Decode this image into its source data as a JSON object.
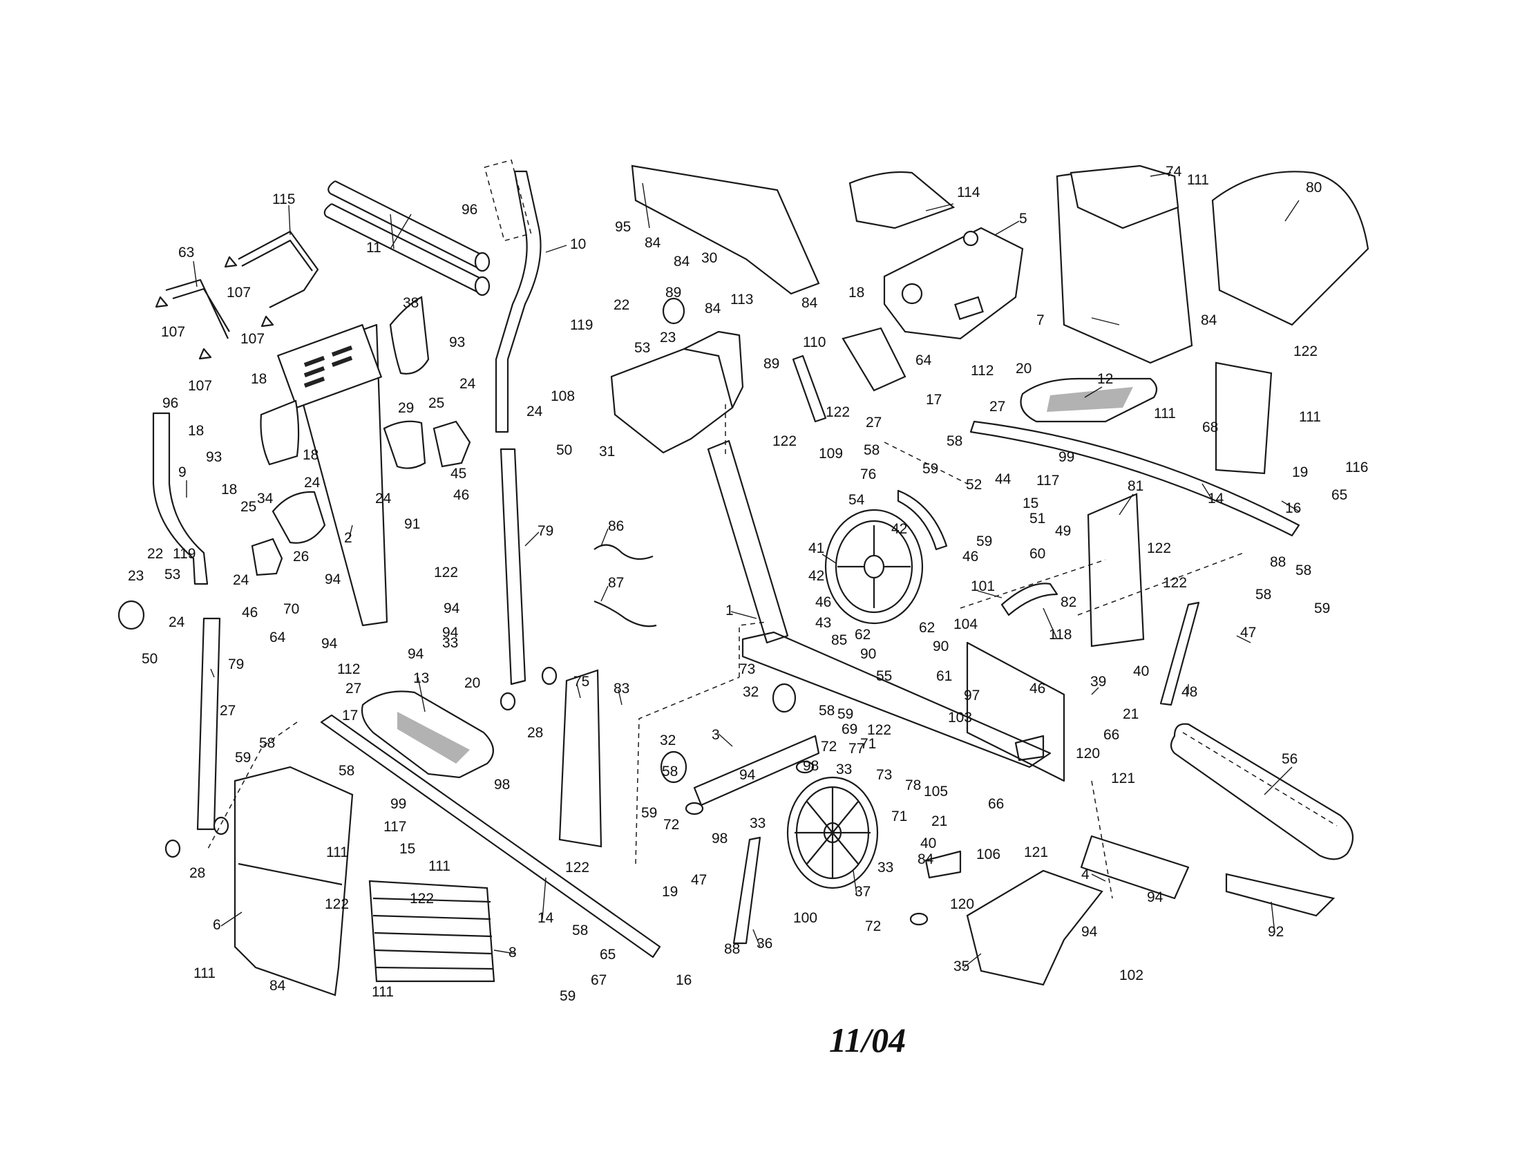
{
  "diagram": {
    "date_code": "11/04",
    "callouts": [
      {
        "id": "c1",
        "label": "1"
      },
      {
        "id": "c2",
        "label": "2"
      },
      {
        "id": "c3",
        "label": "3"
      },
      {
        "id": "c4",
        "label": "4"
      },
      {
        "id": "c5",
        "label": "5"
      },
      {
        "id": "c6",
        "label": "6"
      },
      {
        "id": "c7",
        "label": "7"
      },
      {
        "id": "c8",
        "label": "8"
      },
      {
        "id": "c9",
        "label": "9"
      },
      {
        "id": "c10",
        "label": "10"
      },
      {
        "id": "c11",
        "label": "11"
      },
      {
        "id": "c12",
        "label": "12"
      },
      {
        "id": "c13",
        "label": "13"
      },
      {
        "id": "c14a",
        "label": "14"
      },
      {
        "id": "c14b",
        "label": "14"
      },
      {
        "id": "c15a",
        "label": "15"
      },
      {
        "id": "c15b",
        "label": "15"
      },
      {
        "id": "c16a",
        "label": "16"
      },
      {
        "id": "c16b",
        "label": "16"
      },
      {
        "id": "c17a",
        "label": "17"
      },
      {
        "id": "c17b",
        "label": "17"
      },
      {
        "id": "c18a",
        "label": "18"
      },
      {
        "id": "c18b",
        "label": "18"
      },
      {
        "id": "c18c",
        "label": "18"
      },
      {
        "id": "c18d",
        "label": "18"
      },
      {
        "id": "c18e",
        "label": "18"
      },
      {
        "id": "c19a",
        "label": "19"
      },
      {
        "id": "c19b",
        "label": "19"
      },
      {
        "id": "c20a",
        "label": "20"
      },
      {
        "id": "c20b",
        "label": "20"
      },
      {
        "id": "c21a",
        "label": "21"
      },
      {
        "id": "c21b",
        "label": "21"
      },
      {
        "id": "c22a",
        "label": "22"
      },
      {
        "id": "c22b",
        "label": "22"
      },
      {
        "id": "c23a",
        "label": "23"
      },
      {
        "id": "c23b",
        "label": "23"
      },
      {
        "id": "c24a",
        "label": "24"
      },
      {
        "id": "c24b",
        "label": "24"
      },
      {
        "id": "c24c",
        "label": "24"
      },
      {
        "id": "c24d",
        "label": "24"
      },
      {
        "id": "c24e",
        "label": "24"
      },
      {
        "id": "c24f",
        "label": "24"
      },
      {
        "id": "c25a",
        "label": "25"
      },
      {
        "id": "c25b",
        "label": "25"
      },
      {
        "id": "c26",
        "label": "26"
      },
      {
        "id": "c27a",
        "label": "27"
      },
      {
        "id": "c27b",
        "label": "27"
      },
      {
        "id": "c27c",
        "label": "27"
      },
      {
        "id": "c27d",
        "label": "27"
      },
      {
        "id": "c28a",
        "label": "28"
      },
      {
        "id": "c28b",
        "label": "28"
      },
      {
        "id": "c29",
        "label": "29"
      },
      {
        "id": "c30",
        "label": "30"
      },
      {
        "id": "c31",
        "label": "31"
      },
      {
        "id": "c32a",
        "label": "32"
      },
      {
        "id": "c32b",
        "label": "32"
      },
      {
        "id": "c33a",
        "label": "33"
      },
      {
        "id": "c33b",
        "label": "33"
      },
      {
        "id": "c33c",
        "label": "33"
      },
      {
        "id": "c33d",
        "label": "33"
      },
      {
        "id": "c34",
        "label": "34"
      },
      {
        "id": "c35",
        "label": "35"
      },
      {
        "id": "c36",
        "label": "36"
      },
      {
        "id": "c37",
        "label": "37"
      },
      {
        "id": "c38",
        "label": "38"
      },
      {
        "id": "c39",
        "label": "39"
      },
      {
        "id": "c40a",
        "label": "40"
      },
      {
        "id": "c40b",
        "label": "40"
      },
      {
        "id": "c41",
        "label": "41"
      },
      {
        "id": "c42a",
        "label": "42"
      },
      {
        "id": "c42b",
        "label": "42"
      },
      {
        "id": "c43",
        "label": "43"
      },
      {
        "id": "c44",
        "label": "44"
      },
      {
        "id": "c45",
        "label": "45"
      },
      {
        "id": "c46a",
        "label": "46"
      },
      {
        "id": "c46b",
        "label": "46"
      },
      {
        "id": "c46c",
        "label": "46"
      },
      {
        "id": "c46d",
        "label": "46"
      },
      {
        "id": "c46e",
        "label": "46"
      },
      {
        "id": "c47a",
        "label": "47"
      },
      {
        "id": "c47b",
        "label": "47"
      },
      {
        "id": "c48",
        "label": "48"
      },
      {
        "id": "c49",
        "label": "49"
      },
      {
        "id": "c50a",
        "label": "50"
      },
      {
        "id": "c50b",
        "label": "50"
      },
      {
        "id": "c51",
        "label": "51"
      },
      {
        "id": "c52",
        "label": "52"
      },
      {
        "id": "c53a",
        "label": "53"
      },
      {
        "id": "c53b",
        "label": "53"
      },
      {
        "id": "c54",
        "label": "54"
      },
      {
        "id": "c55",
        "label": "55"
      },
      {
        "id": "c56",
        "label": "56"
      },
      {
        "id": "c58a",
        "label": "58"
      },
      {
        "id": "c58b",
        "label": "58"
      },
      {
        "id": "c58c",
        "label": "58"
      },
      {
        "id": "c58d",
        "label": "58"
      },
      {
        "id": "c58e",
        "label": "58"
      },
      {
        "id": "c58f",
        "label": "58"
      },
      {
        "id": "c58g",
        "label": "58"
      },
      {
        "id": "c58h",
        "label": "58"
      },
      {
        "id": "c58i",
        "label": "58"
      },
      {
        "id": "c59a",
        "label": "59"
      },
      {
        "id": "c59b",
        "label": "59"
      },
      {
        "id": "c59c",
        "label": "59"
      },
      {
        "id": "c59d",
        "label": "59"
      },
      {
        "id": "c59e",
        "label": "59"
      },
      {
        "id": "c59f",
        "label": "59"
      },
      {
        "id": "c59g",
        "label": "59"
      },
      {
        "id": "c60",
        "label": "60"
      },
      {
        "id": "c61",
        "label": "61"
      },
      {
        "id": "c62a",
        "label": "62"
      },
      {
        "id": "c62b",
        "label": "62"
      },
      {
        "id": "c63",
        "label": "63"
      },
      {
        "id": "c64a",
        "label": "64"
      },
      {
        "id": "c64b",
        "label": "64"
      },
      {
        "id": "c65a",
        "label": "65"
      },
      {
        "id": "c65b",
        "label": "65"
      },
      {
        "id": "c66a",
        "label": "66"
      },
      {
        "id": "c66b",
        "label": "66"
      },
      {
        "id": "c67",
        "label": "67"
      },
      {
        "id": "c68",
        "label": "68"
      },
      {
        "id": "c69",
        "label": "69"
      },
      {
        "id": "c70",
        "label": "70"
      },
      {
        "id": "c71a",
        "label": "71"
      },
      {
        "id": "c71b",
        "label": "71"
      },
      {
        "id": "c72a",
        "label": "72"
      },
      {
        "id": "c72b",
        "label": "72"
      },
      {
        "id": "c72c",
        "label": "72"
      },
      {
        "id": "c73a",
        "label": "73"
      },
      {
        "id": "c73b",
        "label": "73"
      },
      {
        "id": "c74",
        "label": "74"
      },
      {
        "id": "c75",
        "label": "75"
      },
      {
        "id": "c76",
        "label": "76"
      },
      {
        "id": "c77",
        "label": "77"
      },
      {
        "id": "c78",
        "label": "78"
      },
      {
        "id": "c79a",
        "label": "79"
      },
      {
        "id": "c79b",
        "label": "79"
      },
      {
        "id": "c80",
        "label": "80"
      },
      {
        "id": "c81",
        "label": "81"
      },
      {
        "id": "c82",
        "label": "82"
      },
      {
        "id": "c83",
        "label": "83"
      },
      {
        "id": "c84a",
        "label": "84"
      },
      {
        "id": "c84b",
        "label": "84"
      },
      {
        "id": "c84c",
        "label": "84"
      },
      {
        "id": "c84d",
        "label": "84"
      },
      {
        "id": "c84e",
        "label": "84"
      },
      {
        "id": "c84f",
        "label": "84"
      },
      {
        "id": "c84g",
        "label": "84"
      },
      {
        "id": "c85",
        "label": "85"
      },
      {
        "id": "c86",
        "label": "86"
      },
      {
        "id": "c87",
        "label": "87"
      },
      {
        "id": "c88a",
        "label": "88"
      },
      {
        "id": "c88b",
        "label": "88"
      },
      {
        "id": "c89a",
        "label": "89"
      },
      {
        "id": "c89b",
        "label": "89"
      },
      {
        "id": "c90a",
        "label": "90"
      },
      {
        "id": "c90b",
        "label": "90"
      },
      {
        "id": "c91",
        "label": "91"
      },
      {
        "id": "c92",
        "label": "92"
      },
      {
        "id": "c93a",
        "label": "93"
      },
      {
        "id": "c93b",
        "label": "93"
      },
      {
        "id": "c94a",
        "label": "94"
      },
      {
        "id": "c94b",
        "label": "94"
      },
      {
        "id": "c94c",
        "label": "94"
      },
      {
        "id": "c94d",
        "label": "94"
      },
      {
        "id": "c94e",
        "label": "94"
      },
      {
        "id": "c94f",
        "label": "94"
      },
      {
        "id": "c94g",
        "label": "94"
      },
      {
        "id": "c94h",
        "label": "94"
      },
      {
        "id": "c95",
        "label": "95"
      },
      {
        "id": "c96a",
        "label": "96"
      },
      {
        "id": "c96b",
        "label": "96"
      },
      {
        "id": "c97",
        "label": "97"
      },
      {
        "id": "c98a",
        "label": "98"
      },
      {
        "id": "c98b",
        "label": "98"
      },
      {
        "id": "c98c",
        "label": "98"
      },
      {
        "id": "c99a",
        "label": "99"
      },
      {
        "id": "c99b",
        "label": "99"
      },
      {
        "id": "c100",
        "label": "100"
      },
      {
        "id": "c101",
        "label": "101"
      },
      {
        "id": "c102",
        "label": "102"
      },
      {
        "id": "c103",
        "label": "103"
      },
      {
        "id": "c104",
        "label": "104"
      },
      {
        "id": "c105",
        "label": "105"
      },
      {
        "id": "c106",
        "label": "106"
      },
      {
        "id": "c107a",
        "label": "107"
      },
      {
        "id": "c107b",
        "label": "107"
      },
      {
        "id": "c107c",
        "label": "107"
      },
      {
        "id": "c107d",
        "label": "107"
      },
      {
        "id": "c108",
        "label": "108"
      },
      {
        "id": "c109",
        "label": "109"
      },
      {
        "id": "c110",
        "label": "110"
      },
      {
        "id": "c111a",
        "label": "111"
      },
      {
        "id": "c111b",
        "label": "111"
      },
      {
        "id": "c111c",
        "label": "111"
      },
      {
        "id": "c111d",
        "label": "111"
      },
      {
        "id": "c111e",
        "label": "111"
      },
      {
        "id": "c111f",
        "label": "111"
      },
      {
        "id": "c111g",
        "label": "111"
      },
      {
        "id": "c112a",
        "label": "112"
      },
      {
        "id": "c112b",
        "label": "112"
      },
      {
        "id": "c113",
        "label": "113"
      },
      {
        "id": "c114",
        "label": "114"
      },
      {
        "id": "c115",
        "label": "115"
      },
      {
        "id": "c116",
        "label": "116"
      },
      {
        "id": "c117a",
        "label": "117"
      },
      {
        "id": "c117b",
        "label": "117"
      },
      {
        "id": "c118",
        "label": "118"
      },
      {
        "id": "c119a",
        "label": "119"
      },
      {
        "id": "c119b",
        "label": "119"
      },
      {
        "id": "c120a",
        "label": "120"
      },
      {
        "id": "c120b",
        "label": "120"
      },
      {
        "id": "c121a",
        "label": "121"
      },
      {
        "id": "c121b",
        "label": "121"
      },
      {
        "id": "c122a",
        "label": "122"
      },
      {
        "id": "c122b",
        "label": "122"
      },
      {
        "id": "c122c",
        "label": "122"
      },
      {
        "id": "c122d",
        "label": "122"
      },
      {
        "id": "c122e",
        "label": "122"
      },
      {
        "id": "c122f",
        "label": "122"
      },
      {
        "id": "c122g",
        "label": "122"
      },
      {
        "id": "c122h",
        "label": "122"
      },
      {
        "id": "c122i",
        "label": "122"
      },
      {
        "id": "c122j",
        "label": "122"
      }
    ]
  }
}
